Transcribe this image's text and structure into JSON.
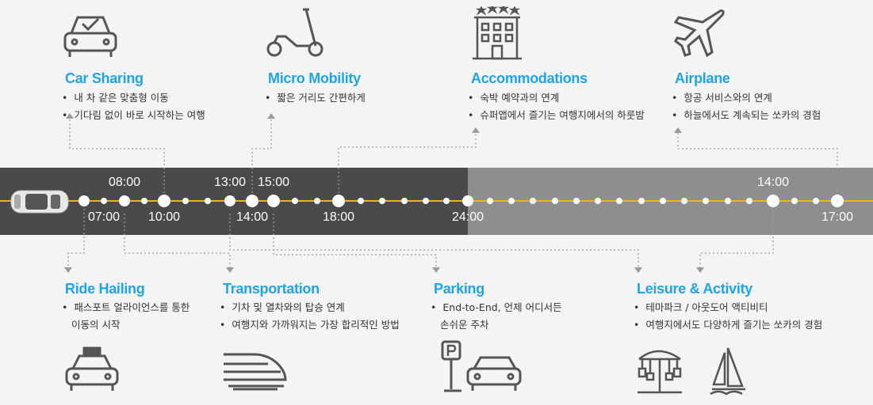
{
  "services_top": [
    {
      "id": "car-sharing",
      "title": "Car Sharing",
      "icon": "car-check-icon",
      "bullets": [
        "내 차 같은 맞춤형 이동",
        "기다림 없이 바로 시작하는 여행"
      ]
    },
    {
      "id": "micro-mobility",
      "title": "Micro Mobility",
      "icon": "scooter-icon",
      "bullets": [
        "짧은 거리도 간편하게"
      ]
    },
    {
      "id": "accommodations",
      "title": "Accommodations",
      "icon": "hotel-icon",
      "bullets": [
        "숙박 예약과의 연계",
        "슈퍼앱에서 즐기는 여행지에서의 하룻밤"
      ]
    },
    {
      "id": "airplane",
      "title": "Airplane",
      "icon": "airplane-icon",
      "bullets": [
        "항공 서비스와의 연계",
        "하늘에서도 계속되는 쏘카의 경험"
      ]
    }
  ],
  "services_bottom": [
    {
      "id": "ride-hailing",
      "title": "Ride Hailing",
      "icon": "taxi-icon",
      "bullets": [
        "패스포트 얼라이언스를 통한",
        "이동의 시작"
      ]
    },
    {
      "id": "transportation",
      "title": "Transportation",
      "icon": "train-icon",
      "bullets": [
        "기차 및 열차와의 탑승 연계",
        "여행지와 가까워지는 가장 합리적인 방법"
      ]
    },
    {
      "id": "parking",
      "title": "Parking",
      "icon": "parking-icon",
      "bullets": [
        "End-to-End, 언제 어디서든",
        "손쉬운 주차"
      ]
    },
    {
      "id": "leisure",
      "title": "Leisure & Activity",
      "icon": "carousel-sailboat-icon",
      "bullets": [
        "테마파크 / 아웃도어 액티비티",
        "여행지에서도 다양하게 즐기는 쏘카의 경험"
      ]
    }
  ],
  "timeline": {
    "times_top": [
      "08:00",
      "13:00",
      "15:00",
      "14:00"
    ],
    "times_bottom": [
      "07:00",
      "10:00",
      "14:00",
      "18:00",
      "24:00",
      "17:00"
    ]
  },
  "colors": {
    "accent": "#1fa4e8",
    "track_dark": "#4a4a4a",
    "track_light": "#8e8e8e",
    "line": "#f2b21b"
  }
}
